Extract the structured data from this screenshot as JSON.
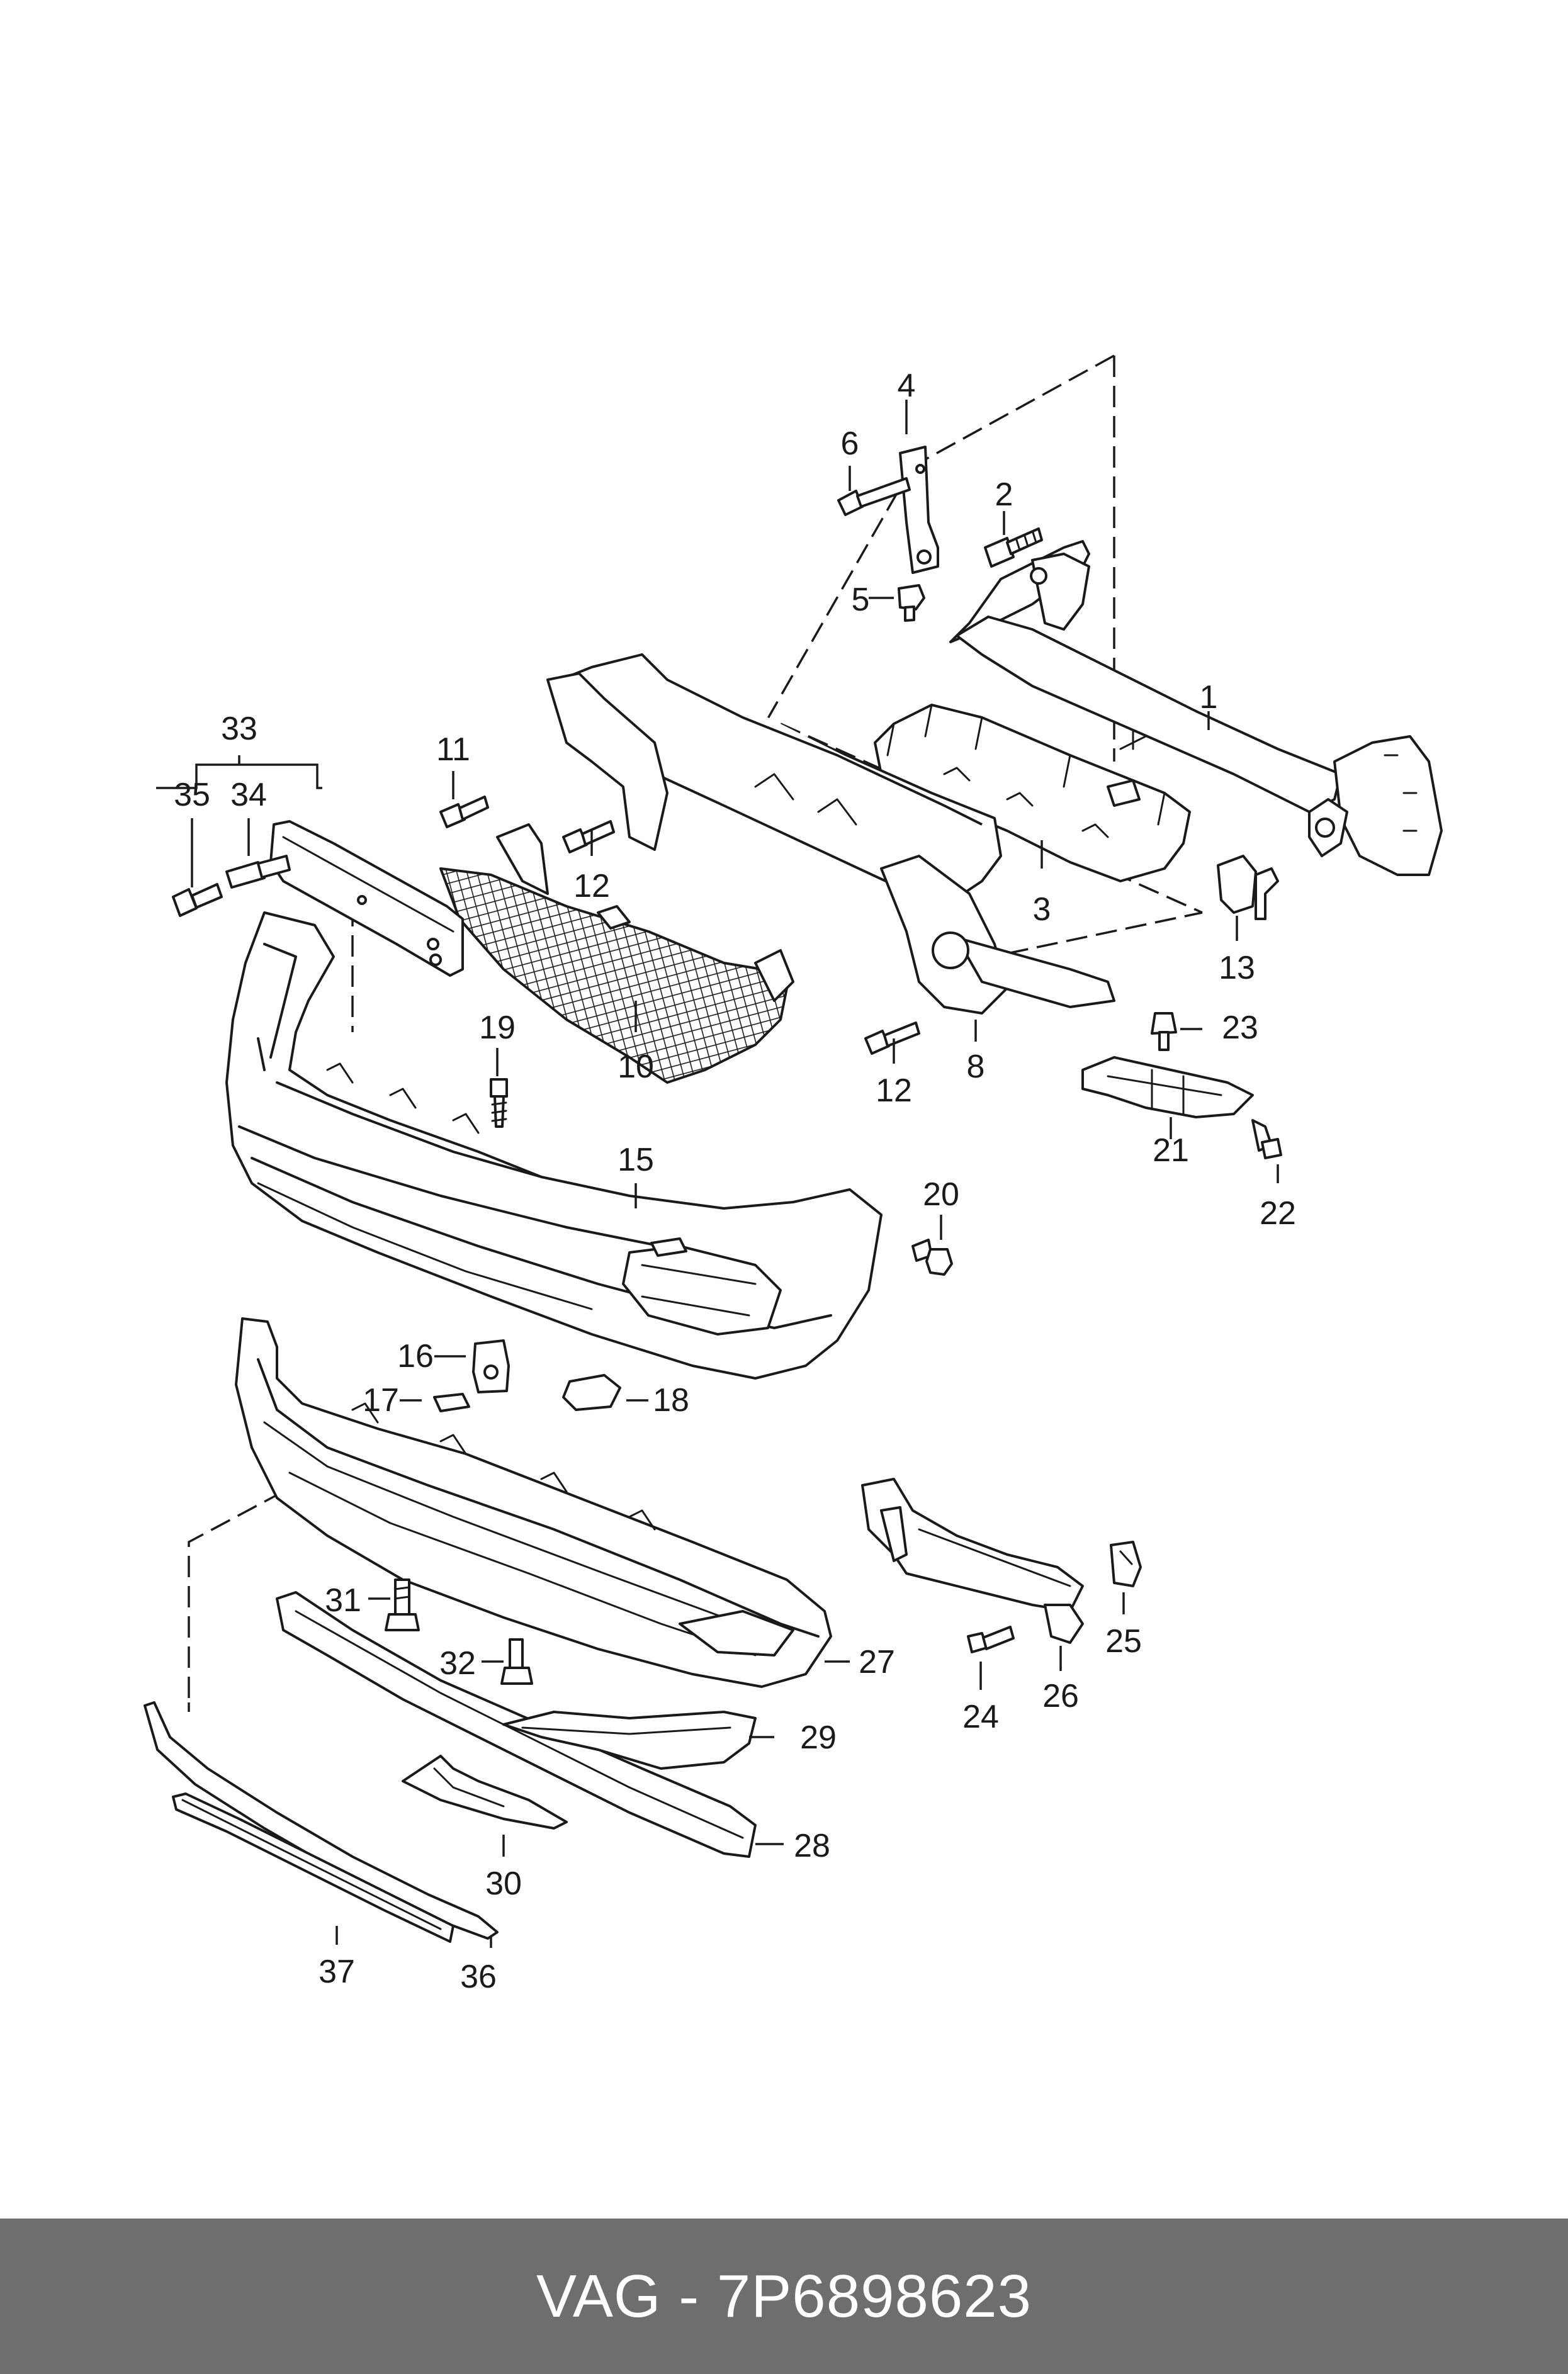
{
  "labels": {
    "p1": "1",
    "p2": "2",
    "p3": "3",
    "p4": "4",
    "p5": "5",
    "p6": "6",
    "p8": "8",
    "p10": "10",
    "p11": "11",
    "p12a": "12",
    "p12b": "12",
    "p13": "13",
    "p15": "15",
    "p16": "16",
    "p17": "17",
    "p18": "18",
    "p19": "19",
    "p20": "20",
    "p21": "21",
    "p22": "22",
    "p23": "23",
    "p24": "24",
    "p25": "25",
    "p26": "26",
    "p27": "27",
    "p28": "28",
    "p29": "29",
    "p30": "30",
    "p31": "31",
    "p32": "32",
    "p33": "33",
    "p34": "34",
    "p35": "35",
    "p36": "36",
    "p37": "37"
  },
  "footer": {
    "text": "VAG - 7P6898623"
  }
}
